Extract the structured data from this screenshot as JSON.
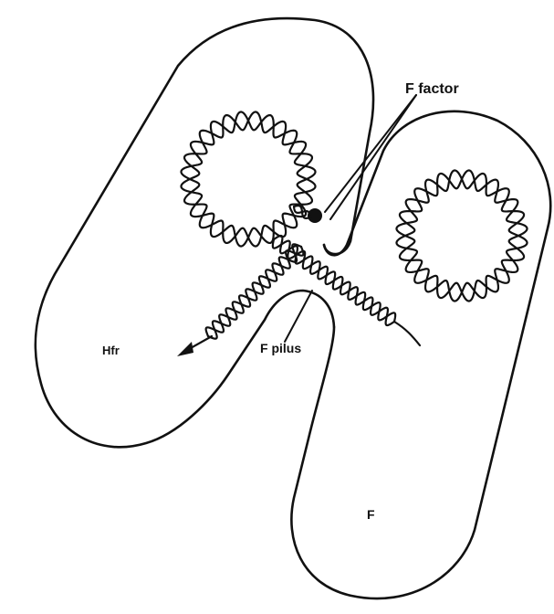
{
  "labels": {
    "f_factor": "F factor",
    "f_pilus": "F pilus",
    "hfr": "Hfr",
    "f": "F"
  },
  "colors": {
    "ink": "#111111",
    "background": "#ffffff"
  }
}
